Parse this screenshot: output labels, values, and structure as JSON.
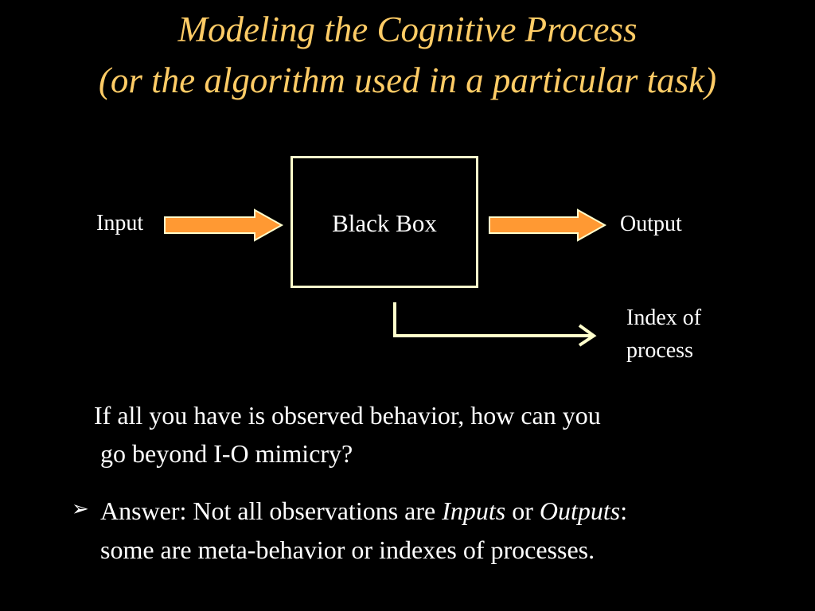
{
  "title": {
    "line1": "Modeling the Cognitive Process",
    "line2": "(or the algorithm used in a particular task)"
  },
  "diagram": {
    "box_label": "Black Box",
    "input_label": "Input",
    "output_label": "Output",
    "index_label_line1": "Index of",
    "index_label_line2": "process"
  },
  "question": {
    "line1": "If all you have is observed behavior, how can you",
    "line2": "go beyond I-O mimicry?"
  },
  "answer": {
    "bullet": "➢",
    "prefix": "Answer: Not all observations are ",
    "inputs": "Inputs",
    "or": " or ",
    "outputs": "Outputs",
    "colon": ":",
    "line2": "some are meta-behavior or indexes of processes."
  },
  "colors": {
    "background": "#000000",
    "title": "#ffcc66",
    "arrow_fill": "#ff9933",
    "arrow_outline": "#ffffcc",
    "box_border": "#ffffcc",
    "text": "#ffffff"
  }
}
